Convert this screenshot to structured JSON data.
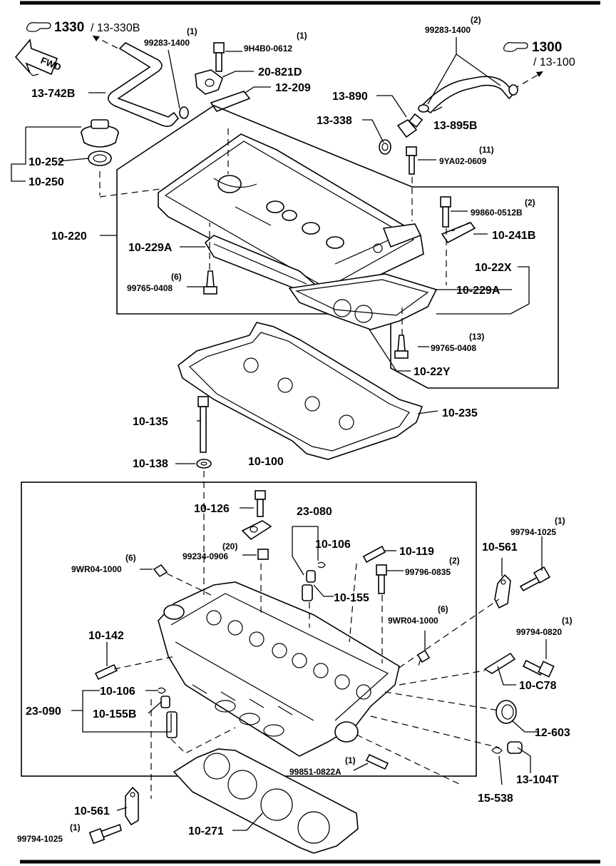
{
  "refs": {
    "top_left": {
      "main": "1330",
      "sub": "/ 13-330B"
    },
    "top_right": {
      "main": "1300",
      "sub": "/ 13-100"
    },
    "fwd": "FWD"
  },
  "labels": {
    "p99283_1400_a": "99283-1400",
    "q99283_1400_a": "(1)",
    "p9H4B0_0612": "9H4B0-0612",
    "q9H4B0_0612": "(1)",
    "p20_821D": "20-821D",
    "p12_209": "12-209",
    "p13_742B": "13-742B",
    "p99283_1400_b": "99283-1400",
    "q99283_1400_b": "(2)",
    "p13_890": "13-890",
    "p13_338": "13-338",
    "p13_895B": "13-895B",
    "p9YA02_0609": "9YA02-0609",
    "q9YA02_0609": "(11)",
    "p10_252": "10-252",
    "p10_250": "10-250",
    "p99860_0512B": "99860-0512B",
    "q99860_0512B": "(2)",
    "p10_241B": "10-241B",
    "p10_220": "10-220",
    "p10_229A_left": "10-229A",
    "p10_22X": "10-22X",
    "p99765_0408_a": "99765-0408",
    "q99765_0408_a": "(6)",
    "p10_229A_right": "10-229A",
    "p99765_0408_b": "99765-0408",
    "q99765_0408_b": "(13)",
    "p10_22Y": "10-22Y",
    "p10_235": "10-235",
    "p10_135": "10-135",
    "p10_138": "10-138",
    "p10_100": "10-100",
    "p10_126": "10-126",
    "p23_080": "23-080",
    "p10_106_a": "10-106",
    "p10_119": "10-119",
    "p99234_0906": "99234-0906",
    "q99234_0906": "(20)",
    "p9WR04_1000_a": "9WR04-1000",
    "q9WR04_1000_a": "(6)",
    "p99796_0835": "99796-0835",
    "q99796_0835": "(2)",
    "p10_155": "10-155",
    "p10_561_right": "10-561",
    "p99794_1025_right": "99794-1025",
    "q99794_1025_right": "(1)",
    "p9WR04_1000_b": "9WR04-1000",
    "q9WR04_1000_b": "(6)",
    "p10_142": "10-142",
    "p99794_0820": "99794-0820",
    "q99794_0820": "(1)",
    "p10_106_b": "10-106",
    "p23_090": "23-090",
    "p10_155B": "10-155B",
    "p10_C78": "10-C78",
    "p12_603": "12-603",
    "p99851_0822A": "99851-0822A",
    "q99851_0822A": "(1)",
    "p13_104T": "13-104T",
    "p15_538": "15-538",
    "p10_561_left": "10-561",
    "p99794_1025_left": "99794-1025",
    "q99794_1025_left": "(1)",
    "p10_271": "10-271"
  }
}
